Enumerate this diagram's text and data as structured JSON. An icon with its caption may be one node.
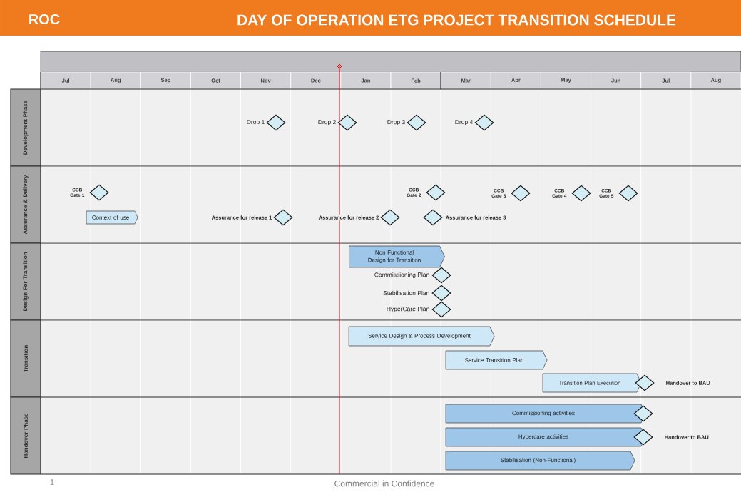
{
  "diagram": {
    "title": "DAY OF OPERATION ETG PROJECT TRANSITION SCHEDULE",
    "nodes": [
      {
        "text": [
          "Development Phase"
        ]
      },
      {
        "text": [],
        "shape": "diamond",
        "beside": [
          "Drop 1"
        ]
      },
      {
        "text": [],
        "shape": "diamond",
        "beside": [
          "Drop 2"
        ]
      },
      {
        "text": [],
        "shape": "diamond",
        "beside": [
          "Drop 3"
        ]
      },
      {
        "text": [],
        "shape": "diamond",
        "beside": [
          "Drop 4"
        ]
      },
      {
        "text": [
          "Assurance & Delivery"
        ]
      },
      {
        "text": [],
        "shape": "diamond",
        "beside": [
          "CCB Gate 1"
        ]
      },
      {
        "text": [
          "Context of use"
        ]
      },
      {
        "text": [],
        "shape": "diamond",
        "beside": [
          "Assurance for release 1"
        ]
      },
      {
        "text": [],
        "shape": "diamond",
        "beside": [
          "Assurance for release 2"
        ]
      },
      {
        "text": [],
        "shape": "diamond",
        "beside": [
          "CCB Gate 2"
        ]
      },
      {
        "text": [],
        "shape": "diamond",
        "beside": [
          "Assurance for release 3"
        ]
      },
      {
        "text": [],
        "shape": "diamond",
        "beside": [
          "CCB Gate 3"
        ]
      },
      {
        "text": [],
        "shape": "diamond",
        "beside": [
          "CCB Gate 4"
        ]
      },
      {
        "text": [],
        "shape": "diamond",
        "beside": [
          "CCB Gate 5"
        ]
      },
      {
        "text": [
          "Design For Transition"
        ]
      },
      {
        "text": [
          "Non Functional Design for Transition"
        ]
      },
      {
        "text": [],
        "shape": "diamond",
        "beside": [
          "Commissioning Plan"
        ]
      },
      {
        "text": [],
        "shape": "diamond",
        "beside": [
          "Stabilisation Plan"
        ]
      },
      {
        "text": [],
        "shape": "diamond",
        "beside": [
          "HyperCare Plan"
        ]
      },
      {
        "text": [
          "Transition"
        ]
      },
      {
        "text": [
          "Service Design & Process Development"
        ]
      },
      {
        "text": [
          "Service Transition Plan"
        ]
      },
      {
        "text": [
          "Transition Plan Execution"
        ]
      },
      {
        "text": [],
        "shape": "diamond",
        "beside": [
          "Handover to BAU"
        ]
      },
      {
        "text": [
          "Handover Phase"
        ]
      },
      {
        "text": [
          "Commissioning activities"
        ]
      },
      {
        "text": [],
        "shape": "diamond"
      },
      {
        "text": [
          "Hypercare activities"
        ]
      },
      {
        "text": [],
        "shape": "diamond",
        "beside": [
          "Handover to BAU"
        ]
      },
      {
        "text": [
          "Stabilisation (Non-Functional)"
        ]
      }
    ],
    "labels": [
      "ROC",
      "Jul",
      "Aug",
      "Sep",
      "Oct",
      "Nov",
      "Dec",
      "Jan",
      "Feb",
      "Mar",
      "Apr",
      "May",
      "Jun",
      "Jul",
      "Aug",
      "1",
      "Commercial in Confidence"
    ]
  }
}
